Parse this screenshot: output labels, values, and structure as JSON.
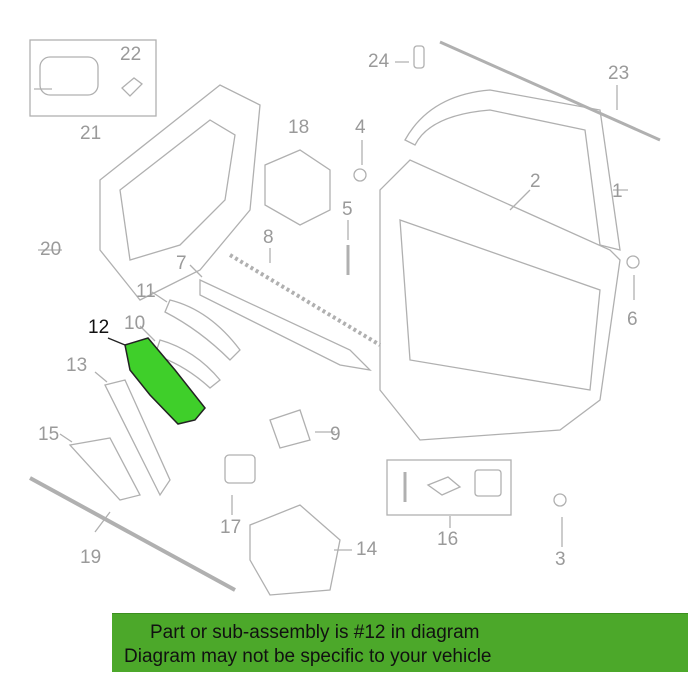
{
  "diagram": {
    "callouts": [
      "1",
      "2",
      "3",
      "4",
      "5",
      "6",
      "7",
      "8",
      "9",
      "10",
      "11",
      "12",
      "13",
      "14",
      "15",
      "16",
      "17",
      "18",
      "19",
      "20",
      "21",
      "22",
      "23",
      "24"
    ],
    "highlighted": "12",
    "highlight_color": "#3fcf2a",
    "line_color": "#b0b0b0"
  },
  "banner": {
    "line1": "Part or sub-assembly is #12 in diagram",
    "line2": "Diagram may not be specific to your vehicle",
    "color": "#4ca82a"
  }
}
